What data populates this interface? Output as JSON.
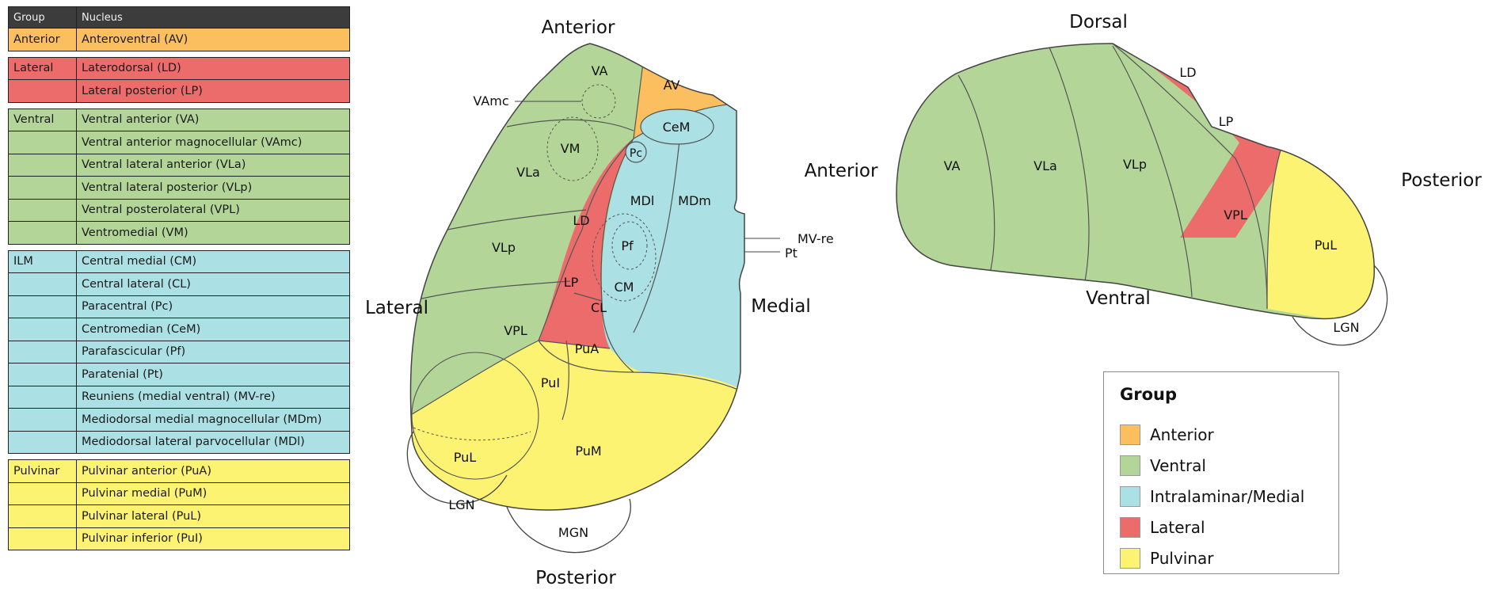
{
  "colors": {
    "anterior": "#fcbf5f",
    "ventral": "#b3d698",
    "intralaminar_medial": "#abe0e4",
    "lateral": "#ec6b6b",
    "pulvinar": "#fdf372",
    "table_header": "#3c3c3c"
  },
  "table": {
    "headers": [
      "Group",
      "Nucleus"
    ],
    "sections": [
      {
        "color": "#fcbf5f",
        "rows": [
          {
            "group": "Anterior",
            "nucleus": "Anteroventral (AV)"
          }
        ]
      },
      {
        "color": "#ec6b6b",
        "rows": [
          {
            "group": "Lateral",
            "nucleus": "Laterodorsal (LD)"
          },
          {
            "group": "",
            "nucleus": "Lateral posterior (LP)"
          }
        ]
      },
      {
        "color": "#b3d698",
        "rows": [
          {
            "group": "Ventral",
            "nucleus": "Ventral anterior (VA)"
          },
          {
            "group": "",
            "nucleus": "Ventral anterior magnocellular (VAmc)"
          },
          {
            "group": "",
            "nucleus": "Ventral lateral anterior (VLa)"
          },
          {
            "group": "",
            "nucleus": "Ventral lateral posterior (VLp)"
          },
          {
            "group": "",
            "nucleus": "Ventral posterolateral (VPL)"
          },
          {
            "group": "",
            "nucleus": "Ventromedial (VM)"
          }
        ]
      },
      {
        "color": "#abe0e4",
        "rows": [
          {
            "group": "ILM",
            "nucleus": "Central medial (CM)"
          },
          {
            "group": "",
            "nucleus": "Central lateral (CL)"
          },
          {
            "group": "",
            "nucleus": "Paracentral (Pc)"
          },
          {
            "group": "",
            "nucleus": "Centromedian (CeM)"
          },
          {
            "group": "",
            "nucleus": "Parafascicular (Pf)"
          },
          {
            "group": "",
            "nucleus": "Paratenial (Pt)"
          },
          {
            "group": "",
            "nucleus": "Reuniens (medial ventral) (MV-re)"
          },
          {
            "group": "",
            "nucleus": "Mediodorsal medial magnocellular (MDm)"
          },
          {
            "group": "",
            "nucleus": "Mediodorsal lateral parvocellular (MDl)"
          }
        ]
      },
      {
        "color": "#fdf372",
        "rows": [
          {
            "group": "Pulvinar",
            "nucleus": "Pulvinar anterior (PuA)"
          },
          {
            "group": "",
            "nucleus": "Pulvinar medial (PuM)"
          },
          {
            "group": "",
            "nucleus": "Pulvinar lateral (PuL)"
          },
          {
            "group": "",
            "nucleus": "Pulvinar inferior (PuI)"
          }
        ]
      }
    ]
  },
  "axial_view": {
    "orientation": {
      "top": "Anterior",
      "bottom": "Posterior",
      "left": "Lateral",
      "right": "Medial"
    },
    "labels": {
      "va": "VA",
      "av": "AV",
      "vamc": "VAmc",
      "vm": "VM",
      "cem": "CeM",
      "pc": "Pc",
      "vla": "VLa",
      "mdl": "MDl",
      "mdm": "MDm",
      "ld": "LD",
      "vlp": "VLp",
      "pf": "Pf",
      "mvre": "MV-re",
      "pt": "Pt",
      "lp": "LP",
      "cm": "CM",
      "cl": "CL",
      "vpl": "VPL",
      "pua": "PuA",
      "pui": "PuI",
      "pul": "PuL",
      "pum": "PuM",
      "lgn": "LGN",
      "mgn": "MGN"
    }
  },
  "sagittal_view": {
    "orientation": {
      "top": "Dorsal",
      "bottom": "Ventral",
      "left": "Anterior",
      "right": "Posterior"
    },
    "labels": {
      "va": "VA",
      "vla": "VLa",
      "vlp": "VLp",
      "vpl": "VPL",
      "ld": "LD",
      "lp": "LP",
      "pul": "PuL",
      "lgn": "LGN"
    }
  },
  "legend": {
    "title": "Group",
    "items": [
      {
        "label": "Anterior",
        "color": "#fcbf5f"
      },
      {
        "label": "Ventral",
        "color": "#b3d698"
      },
      {
        "label": "Intralaminar/Medial",
        "color": "#abe0e4"
      },
      {
        "label": "Lateral",
        "color": "#ec6b6b"
      },
      {
        "label": "Pulvinar",
        "color": "#fdf372"
      }
    ]
  }
}
